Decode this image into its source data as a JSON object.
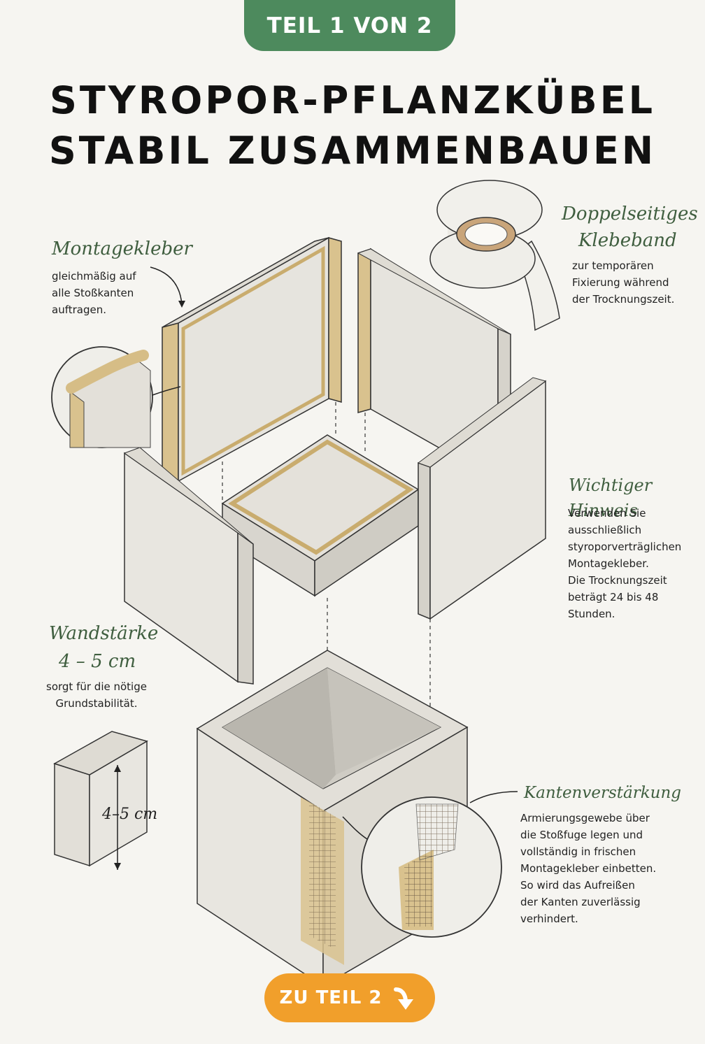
{
  "badge": {
    "label": "TEIL 1 VON 2"
  },
  "title": {
    "line1": "STYROPOR-PFLANZKÜBEL",
    "line2": "STABIL ZUSAMMENBAUEN"
  },
  "callouts": {
    "montagekleber": {
      "heading": "Montagekleber",
      "lines": [
        "gleichmäßig auf",
        "alle Stoßkanten",
        "auftragen."
      ]
    },
    "klebeband": {
      "heading_line1": "Doppelseitiges",
      "heading_line2": "Klebeband",
      "lines": [
        "zur temporären",
        "Fixierung während",
        "der Trocknungszeit."
      ]
    },
    "hinweis": {
      "heading": "Wichtiger Hinweis",
      "lines": [
        "Verwenden Sie",
        "ausschließlich",
        "styroporverträglichen",
        "Montagekleber.",
        "Die Trocknungszeit",
        "beträgt 24 bis 48",
        "Stunden."
      ]
    },
    "wandstaerke": {
      "heading_line1": "Wandstärke",
      "heading_line2": "4 – 5 cm",
      "lines": [
        "sorgt für die nötige",
        "Grundstabilität."
      ]
    },
    "kanten": {
      "heading": "Kantenverstärkung",
      "lines": [
        "Armierungsgewebe über",
        "die Stoßfuge legen und",
        "vollständig in frischen",
        "Montagekleber einbetten.",
        "So wird das Aufreißen",
        "der Kanten zuverlässig",
        "verhindert."
      ]
    }
  },
  "dimension_label": "4–5 cm",
  "cta": {
    "label": "ZU TEIL 2",
    "icon": "arrow-down-right-icon"
  },
  "colors": {
    "green": "#4d8a5d",
    "orange": "#f19f2b",
    "glue": "#d9c28e",
    "foam": "#e4e2dc"
  }
}
